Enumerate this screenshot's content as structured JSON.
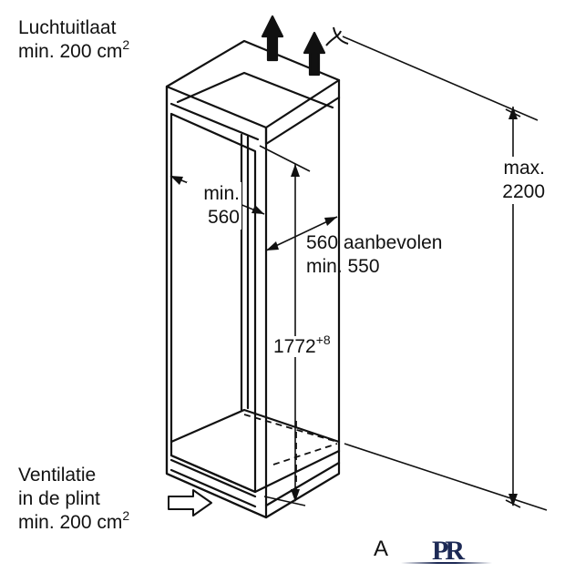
{
  "labels": {
    "exhaust_line1": "Luchtuitlaat",
    "exhaust_line2_text": "min. 200 cm",
    "exhaust_line2_sup": "2",
    "width_line1": "min.",
    "width_line2": "560",
    "depth_line1": "560 aanbevolen",
    "depth_line2": "min. 550",
    "niche_height": "1772",
    "niche_height_tolerance": "+8",
    "max_height_line1": "max.",
    "max_height_line2": "2200",
    "inlet_line1": "Ventilatie",
    "inlet_line2": "in de plint",
    "inlet_line3_text": "min. 200 cm",
    "inlet_line3_sup": "2",
    "cropped_glyph": "A",
    "logo": "PR"
  },
  "colors": {
    "line": "#111111",
    "background": "#ffffff",
    "logo": "#1d2a55"
  }
}
